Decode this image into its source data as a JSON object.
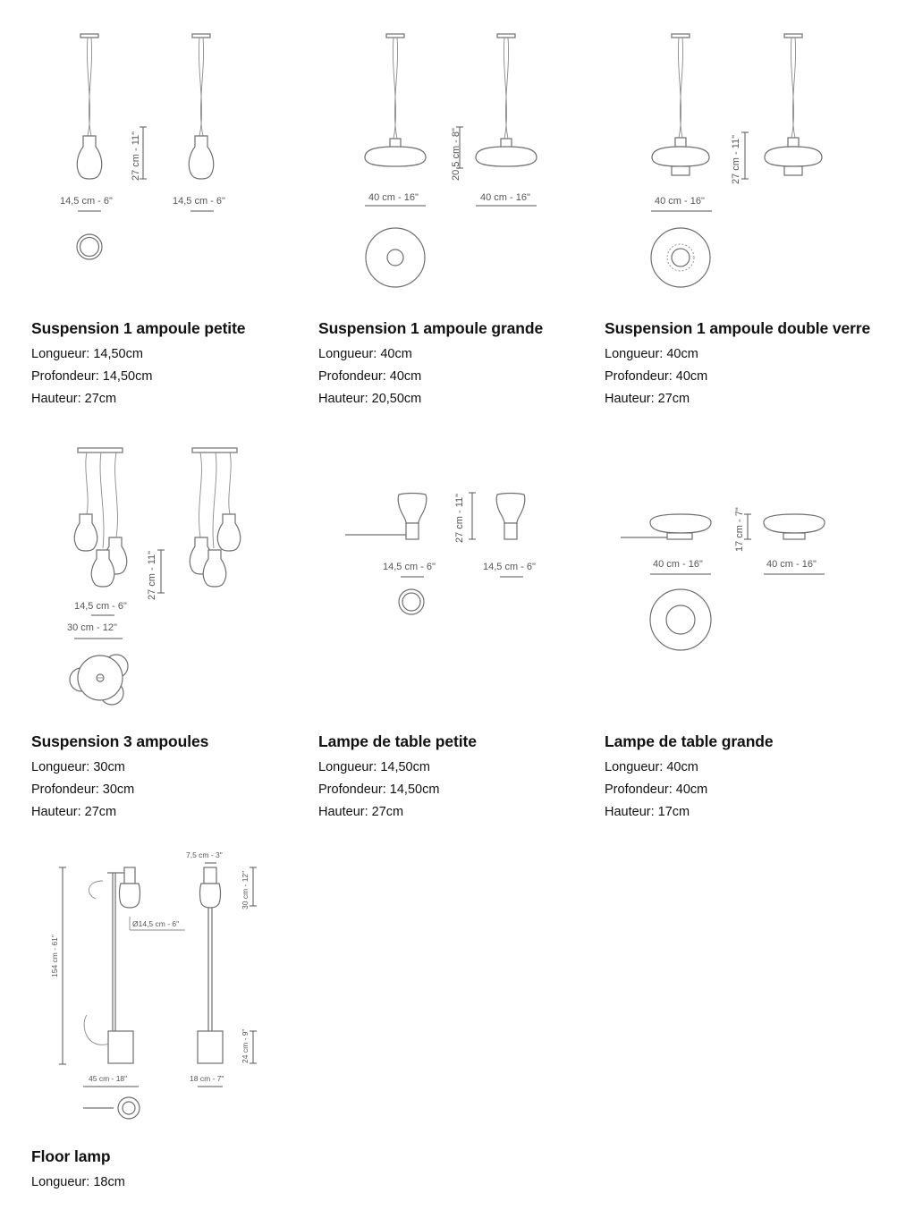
{
  "products": [
    {
      "title": "Suspension 1 ampoule petite",
      "specs": [
        "Longueur: 14,50cm",
        "Profondeur: 14,50cm",
        "Hauteur: 27cm"
      ],
      "dims": {
        "w1": "14,5 cm - 6\"",
        "w2": "14,5 cm - 6\"",
        "h": "27 cm - 11\""
      }
    },
    {
      "title": "Suspension 1 ampoule grande",
      "specs": [
        "Longueur: 40cm",
        "Profondeur: 40cm",
        "Hauteur: 20,50cm"
      ],
      "dims": {
        "w1": "40 cm - 16\"",
        "w2": "40 cm - 16\"",
        "h": "20,5 cm - 8\""
      }
    },
    {
      "title": "Suspension 1 ampoule double verre",
      "specs": [
        "Longueur: 40cm",
        "Profondeur: 40cm",
        "Hauteur: 27cm"
      ],
      "dims": {
        "w1": "40 cm - 16\"",
        "h": "27 cm - 11\""
      }
    },
    {
      "title": "Suspension 3 ampoules",
      "specs": [
        "Longueur: 30cm",
        "Profondeur: 30cm",
        "Hauteur: 27cm"
      ],
      "dims": {
        "w1": "14,5 cm - 6\"",
        "w2": "30 cm - 12\"",
        "h": "27 cm - 11\""
      }
    },
    {
      "title": "Lampe de table petite",
      "specs": [
        "Longueur: 14,50cm",
        "Profondeur: 14,50cm",
        "Hauteur: 27cm"
      ],
      "dims": {
        "w1": "14,5 cm - 6\"",
        "w2": "14,5 cm - 6\"",
        "h": "27 cm - 11\""
      }
    },
    {
      "title": "Lampe de table grande",
      "specs": [
        "Longueur: 40cm",
        "Profondeur: 40cm",
        "Hauteur: 17cm"
      ],
      "dims": {
        "w1": "40 cm - 16\"",
        "w2": "40 cm - 16\"",
        "h": "17 cm - 7\""
      }
    },
    {
      "title": "Floor lamp",
      "specs": [
        "Longueur: 18cm"
      ],
      "dims": {
        "shade_w": "7,5 cm - 3\"",
        "shade_h": "30 cm - 12\"",
        "diam": "Ø14,5 cm - 6\"",
        "total_h": "154 cm - 61\"",
        "base_h": "24 cm - 9\"",
        "w1": "45 cm - 18\"",
        "w2": "18 cm - 7\""
      }
    }
  ]
}
